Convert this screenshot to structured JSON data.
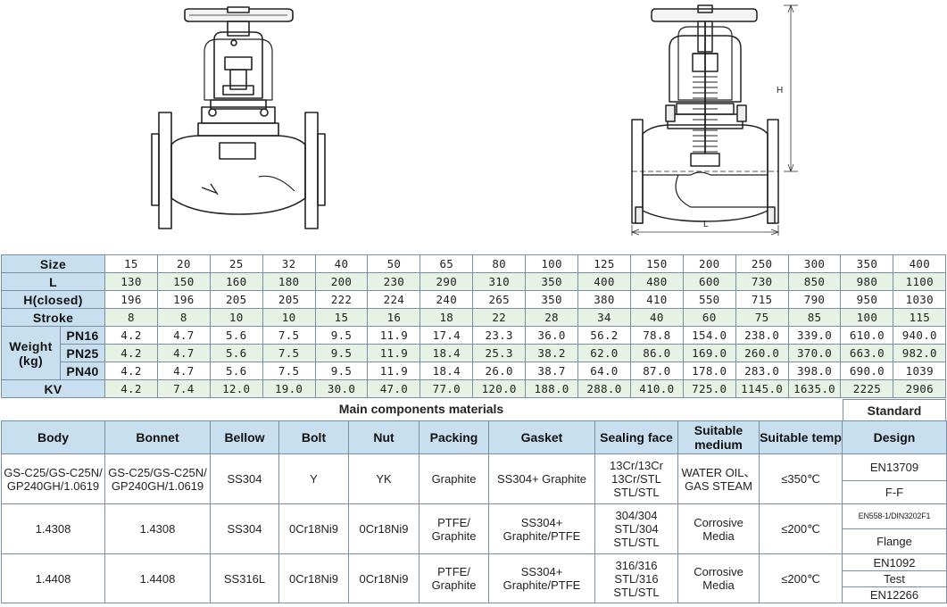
{
  "drawing_labels": {
    "height": "H",
    "length": "L"
  },
  "spec": {
    "size_label": "Size",
    "sizes": [
      "15",
      "20",
      "25",
      "32",
      "40",
      "50",
      "65",
      "80",
      "100",
      "125",
      "150",
      "200",
      "250",
      "300",
      "350",
      "400"
    ],
    "l_label": "L",
    "l": [
      "130",
      "150",
      "160",
      "180",
      "200",
      "230",
      "290",
      "310",
      "350",
      "400",
      "480",
      "600",
      "730",
      "850",
      "980",
      "1100"
    ],
    "h_label": "H(closed)",
    "h": [
      "196",
      "196",
      "205",
      "205",
      "222",
      "224",
      "240",
      "265",
      "350",
      "380",
      "410",
      "550",
      "715",
      "790",
      "950",
      "1030"
    ],
    "stroke_label": "Stroke",
    "stroke": [
      "8",
      "8",
      "10",
      "10",
      "15",
      "16",
      "18",
      "22",
      "28",
      "34",
      "40",
      "60",
      "75",
      "85",
      "100",
      "115"
    ],
    "weight_label_1": "Weight",
    "weight_label_2": "(kg)",
    "pn16_label": "PN16",
    "pn16": [
      "4.2",
      "4.7",
      "5.6",
      "7.5",
      "9.5",
      "11.9",
      "17.4",
      "23.3",
      "36.0",
      "56.2",
      "78.8",
      "154.0",
      "238.0",
      "339.0",
      "610.0",
      "940.0"
    ],
    "pn25_label": "PN25",
    "pn25": [
      "4.2",
      "4.7",
      "5.6",
      "7.5",
      "9.5",
      "11.9",
      "18.4",
      "25.3",
      "38.2",
      "62.0",
      "86.0",
      "169.0",
      "260.0",
      "370.0",
      "663.0",
      "982.0"
    ],
    "pn40_label": "PN40",
    "pn40": [
      "4.2",
      "4.7",
      "5.6",
      "7.5",
      "9.5",
      "11.9",
      "18.4",
      "26.0",
      "38.7",
      "64.0",
      "87.0",
      "178.0",
      "283.0",
      "398.0",
      "690.0",
      "1039"
    ],
    "kv_label": "KV",
    "kv": [
      "4.2",
      "7.4",
      "12.0",
      "19.0",
      "30.0",
      "47.0",
      "77.0",
      "120.0",
      "188.0",
      "288.0",
      "410.0",
      "725.0",
      "1145.0",
      "1635.0",
      "2225",
      "2906"
    ]
  },
  "materials": {
    "title": "Main components materials",
    "standard_title": "Standard",
    "headers": {
      "body": "Body",
      "bonnet": "Bonnet",
      "bellow": "Bellow",
      "bolt": "Bolt",
      "nut": "Nut",
      "packing": "Packing",
      "gasket": "Gasket",
      "sealing": "Sealing face",
      "medium": "Suitable medium",
      "temp": "Suitable temp",
      "design": "Design"
    },
    "rows": [
      {
        "body": "GS-C25/GS-C25N/GP240GH/1.0619",
        "bonnet": "GS-C25/GS-C25N/GP240GH/1.0619",
        "bellow": "SS304",
        "bolt": "Y",
        "nut": "YK",
        "packing": "Graphite",
        "gasket": "SS304+ Graphite",
        "sealing": "13Cr/13Cr 13Cr/STL STL/STL",
        "medium": "WATER OIL、GAS STEAM",
        "temp": "≤350℃",
        "std_a": "EN13709",
        "std_b": "F-F"
      },
      {
        "body": "1.4308",
        "bonnet": "1.4308",
        "bellow": "SS304",
        "bolt": "0Cr18Ni9",
        "nut": "0Cr18Ni9",
        "packing": "PTFE/ Graphite",
        "gasket": "SS304+ Graphite/PTFE",
        "sealing": "304/304 STL/304 STL/STL",
        "medium": "Corrosive Media",
        "temp": "≤200℃",
        "std_a": "EN558-1/DIN3202F1",
        "std_b": "Flange"
      },
      {
        "body": "1.4408",
        "bonnet": "1.4408",
        "bellow": "SS316L",
        "bolt": "0Cr18Ni9",
        "nut": "0Cr18Ni9",
        "packing": "PTFE/ Graphite",
        "gasket": "SS304+ Graphite/PTFE",
        "sealing": "316/316 STL/316 STL/STL",
        "medium": "Corrosive Media",
        "temp": "≤200℃",
        "std_a": "EN1092",
        "std_b": "Test",
        "std_c": "EN12266"
      }
    ]
  }
}
